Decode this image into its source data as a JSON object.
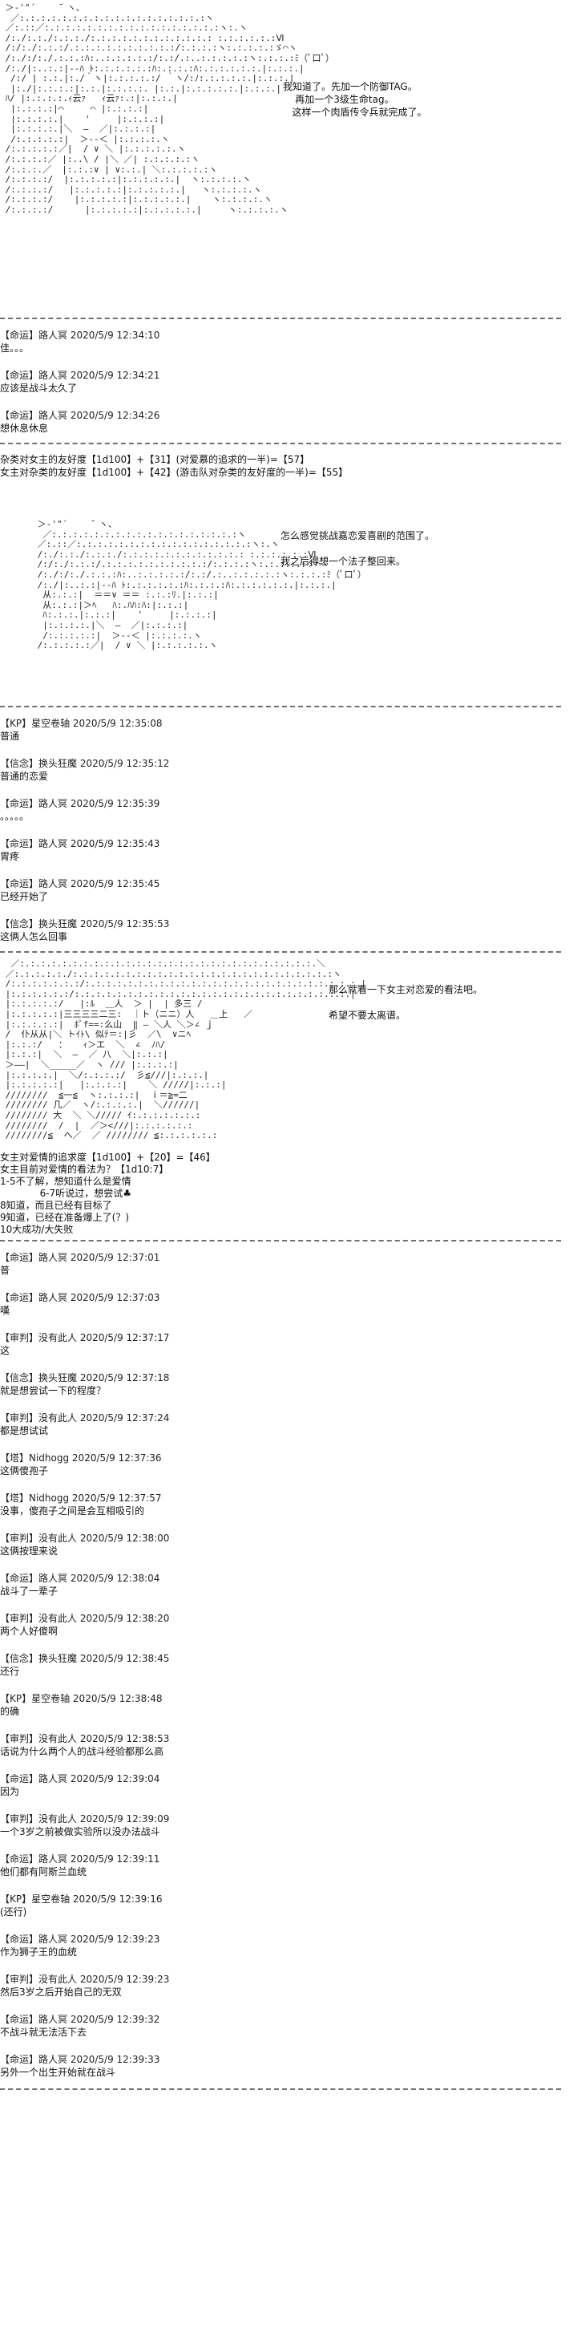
{
  "art": {
    "block1": " ＞‐'\"´￣￣ ̄｀ヽ、\n  ／:.:.:.:.:.:.:.:.:.:.:.:.:.:.:.:.:.:ヽ\n ／:.::／:.:.:.:.:.:.:.:.:.:.:.:.:.:.:.:.:ヽ:.ヽ\n /:./:.:./:.:.:./:.:.:.:.:.:.:.:.:.:.:.: :.:.:.:.:.:Ⅵ\n /:/:./:.:.:/.:.:.:.:.:.:.:.:.:.:/:.:.:.:ヽ:.:.:.:.:ゞ⌒ヽ\n /:./:/:./.:.:.:ﾊ:..:.:.:.:.:/:.:/.:..:.:.:.:.:ヽ:.:.:.:ﾐ（ﾟ口ﾟ）\n /:./|:..:.:|-‐ﾊ ﾄ:.:.:.:.:.:ﾊ:.:.:.:ﾊ:.:.:.:.:.:.|:.:.:.|\n  /:/ | :.:.|:./｀ヽ|:.:.:.:.:/ ｀ヽ/:ﾉ:.:.:.:.:.|:.:.:.|\n  |:./|:.:.:.:|:.:.|:.:.:.:. |:.:.|:.:.:.:.:.|:.:.:.|\n ﾊ/ |:.:.:.:.ｨ云ｧ   ｨ云ｧ:.:|:.:.:.|\n  |:.:.:.:|⌒     ⌒ |:.:.:.:|\n  |:.:.:.:.|    '     |:.:.:.:|\n  |:.:.:.:.|＼  ―  ／|:.:.:.:|\n  /:.:.:.:.:|  ＞‐‐＜ |:.:.:.:.ヽ\n /:.:.:.:.:／|  / ∨ ＼ |:.:.:.:.:.ヽ\n /:.:.:.:／ |:..\\ / |＼ ／| :.:.:.:.:ヽ\n /:.:.:.／  |:.:.:∨ | ∨:.:.| ＼:.:.:.:.:ヽ\n /:.:.:.:/  |:.:.:.:.:|:.:.:.:.:.|  ヽ:.:.:.:.ヽ\n /:.:.:.:/   |:.:.:.:.:|:.:.:.:.:.|   ヽ:.:.:.:.ヽ\n /:.:.:.:/    |:.:.:.:.:|:.:.:.:.:.|    ヽ:.:.:.:.ヽ\n /:.:.:.:/      |:.:.:.:.:|:.:.:.:.:.|     ヽ:.:.:.:.ヽ",
    "block1_caption": "我知道了。先加一个防御TAG。\n    再加一个3级生命tag。\n   这样一个肉盾传令兵就完成了。",
    "block2": " ＞‐'\"´￣￣ ̄｀ヽ、\n  ／:.:.:.:.:.:.:.:.:.:.:.:.:.:.:.:.:.:ヽ\n ／:.::／:.:.:.:.:.:.:.:.:.:.:.:.:.:.:.:.:ヽ:.ヽ\n /:./:.:./:.:.:./:.:.:.:.:.:.:.:.:.:.:.: :.:.:.:.:.:Ⅵ\n /:/:./:.:.:/.:.:.:.:.:.:.:.:.:.:/:.:.:.:ヽ:.:.:.:.:ゞ⌒ヽ\n /:./:/:./.:.:.:ﾊ:..:.:.:.:.:/:.:/.:..:.:.:.:.:ヽ:.:.:.:ﾐ（ﾟ口ﾟ）\n /:./|:..:.:|-‐ﾊ ﾄ:.:.:.:.:.:ﾊ:.:.:.:ﾊ:.:.:.:.:.:.|:.:.:.|\n  从:.:.:|  ＝＝∨ ＝＝ :.:.:ﾘ.|:.:.:|\n  从:.:.:|＞ﾍ   ﾊ:.ﾊﾊ:ﾊ:|:.:.:|\n  ﾊ:.:.:.|:.:.:|    '     |:.:.:.:|\n  |:.:.:.:.|＼  ―  ／|:.:.:.:|\n  /:.:.:.:.:|  ＞‐‐＜ |:.:.:.:.ヽ\n /:.:.:.:.:／|  / ∨ ＼ |:.:.:.:.:.ヽ",
    "block2_caption": "怎么感觉挑战嘉恋爱喜剧的范围了。\n\n我之后得想一个法子整回来。",
    "block3": "  ／:.:.:.:.:.:.:.:.:.:.:.:.:.:.:.:.:.:.:.:.:.:.:.:.:.:.:.:.＼\n ／:.:.:.:.:./:.:.:.:.:.:.:.:.:.:.:.:.:.:.:.:.:.:.:.:.:.:.:.:.:ヽ\n /:.:.:.:.:.:.:/:.:.:.:.:.:.:.:.:.:.:.:.:.:.:.:.:.:.:.:.:.:.:.:.:.:.|\n |:.:.:.:.:.:/:.:.:.:.:.:.:.:.:.:.:.:.:.:.:.:.:.:.:.:.:.:.:.:.:.:.|\n |:.:.:.:.:/   |:ﾙ  ＿人  ＞ |  | 多三 /\n |:.:.:.:.:|三三三三二三:  ｜ト（ニニ）人   ＿上   ／\n |:.:.:.:.:|  ﾎﾟf==:么山  ‖ ― ＼人 ＼＞∠ ｊ\n /  仆从从|＼ トｲﾄ\\ 似ﾃ＝:|彡  ／\\  ∨ニﾍ\n |:.:.:/   ：   ｨ＞エ  ＼  ∠  ﾉﾊ/\n |:.:.:|  ＼  ―  ／ 八  ＼|:.:.:|\n ＞――|  ＼_____／  ヽ /// |:.:.:.:|\n |:.:.:.:.|  ＼/:.:.:.:/  彡≦///|:.:.:.|\n |:.:.:.:.:|   |:.:.:.:|    ＼ /////|:.:.:|\n ////////  ≦一≦  ヽ:.:.:.:|  ｉ＝≧=二\n //////// 几／  ヽ/:.:.:.:.|  ＼//////|\n //////// 大  ＼ ＼///// ｲ:.:.:.:.:.:.:\n ////////  /  |  ／＞<///|:.:.:.:.:.:\n ////////≦  ヘ／  ／ //////// ≦:.:.:.:.:.:",
    "block3_caption": "那么就看一下女主对恋爱的看法吧。\n\n希望不要太离谱。"
  },
  "dice": {
    "line1": "杂类对女主的友好度【1d100】+【31】(对爱慕的追求的一半)=【57】",
    "line2": "女主对杂类的友好度【1d100】+【42】(游击队对杂类的友好度的一半)=【55】"
  },
  "love_view": {
    "lines": [
      "女主对爱情的追求度【1d100】+【20】=【46】",
      "女主目前对爱情的看法为？【1d10:7】",
      "1-5不了解，想知道什么是爱情",
      "             6-7听说过，想尝试♣",
      "8知道，而且已经有目标了",
      "9知道，已经在准备爆上了(？)",
      "10大成功/大失败"
    ]
  },
  "messages_a": [
    {
      "head": "【命运】路人冥 2020/5/9 12:34:10",
      "body": "佳。。。"
    },
    {
      "head": "【命运】路人冥 2020/5/9 12:34:21",
      "body": "应该是战斗太久了"
    },
    {
      "head": "【命运】路人冥 2020/5/9 12:34:26",
      "body": "想休息休息"
    }
  ],
  "messages_b": [
    {
      "head": "【KP】星空卷轴 2020/5/9 12:35:08",
      "body": "普通"
    },
    {
      "head": "【信念】换头狂魔 2020/5/9 12:35:12",
      "body": "普通的恋爱"
    },
    {
      "head": "【命运】路人冥 2020/5/9 12:35:39",
      "body": "。。。。。"
    },
    {
      "head": "【命运】路人冥 2020/5/9 12:35:43",
      "body": "胃疼"
    },
    {
      "head": "【命运】路人冥 2020/5/9 12:35:45",
      "body": "已经开始了"
    },
    {
      "head": "【信念】换头狂魔 2020/5/9 12:35:53",
      "body": "这俩人怎么回事"
    }
  ],
  "messages_c": [
    {
      "head": "【命运】路人冥 2020/5/9 12:37:01",
      "body": "普"
    },
    {
      "head": "【命运】路人冥 2020/5/9 12:37:03",
      "body": "嘆"
    },
    {
      "head": "【审判】没有此人 2020/5/9 12:37:17",
      "body": "这"
    },
    {
      "head": "【信念】换头狂魔 2020/5/9 12:37:18",
      "body": "就是想尝试一下的程度？"
    },
    {
      "head": "【审判】没有此人 2020/5/9 12:37:24",
      "body": "都是想试试"
    },
    {
      "head": "【塔】Nidhogg 2020/5/9 12:37:36",
      "body": "这俩傻孢子"
    },
    {
      "head": "【塔】Nidhogg 2020/5/9 12:37:57",
      "body": "没事，傻孢子之间是会互相吸引的"
    },
    {
      "head": "【审判】没有此人 2020/5/9 12:38:00",
      "body": "这俩按理来说"
    },
    {
      "head": "【命运】路人冥 2020/5/9 12:38:04",
      "body": "战斗了一辈子"
    },
    {
      "head": "【审判】没有此人 2020/5/9 12:38:20",
      "body": "两个人好傻啊"
    },
    {
      "head": "【信念】换头狂魔 2020/5/9 12:38:45",
      "body": "还行"
    },
    {
      "head": "【KP】星空卷轴 2020/5/9 12:38:48",
      "body": "的确"
    },
    {
      "head": "【审判】没有此人 2020/5/9 12:38:53",
      "body": "话说为什么两个人的战斗经验都那么高"
    },
    {
      "head": "【命运】路人冥 2020/5/9 12:39:04",
      "body": "因为"
    },
    {
      "head": "【审判】没有此人 2020/5/9 12:39:09",
      "body": "一个3岁之前被做实验所以没办法战斗"
    },
    {
      "head": "【命运】路人冥 2020/5/9 12:39:11",
      "body": "他们都有阿斯兰血统"
    },
    {
      "head": "【KP】星空卷轴 2020/5/9 12:39:16",
      "body": "(还行)"
    },
    {
      "head": "【命运】路人冥 2020/5/9 12:39:23",
      "body": "作为狮子王的血统"
    },
    {
      "head": "【审判】没有此人 2020/5/9 12:39:23",
      "body": "然后3岁之后开始自己的无双"
    },
    {
      "head": "【命运】路人冥 2020/5/9 12:39:32",
      "body": "不战斗就无法活下去"
    },
    {
      "head": "【命运】路人冥 2020/5/9 12:39:33",
      "body": "另外一个出生开始就在战斗"
    }
  ]
}
